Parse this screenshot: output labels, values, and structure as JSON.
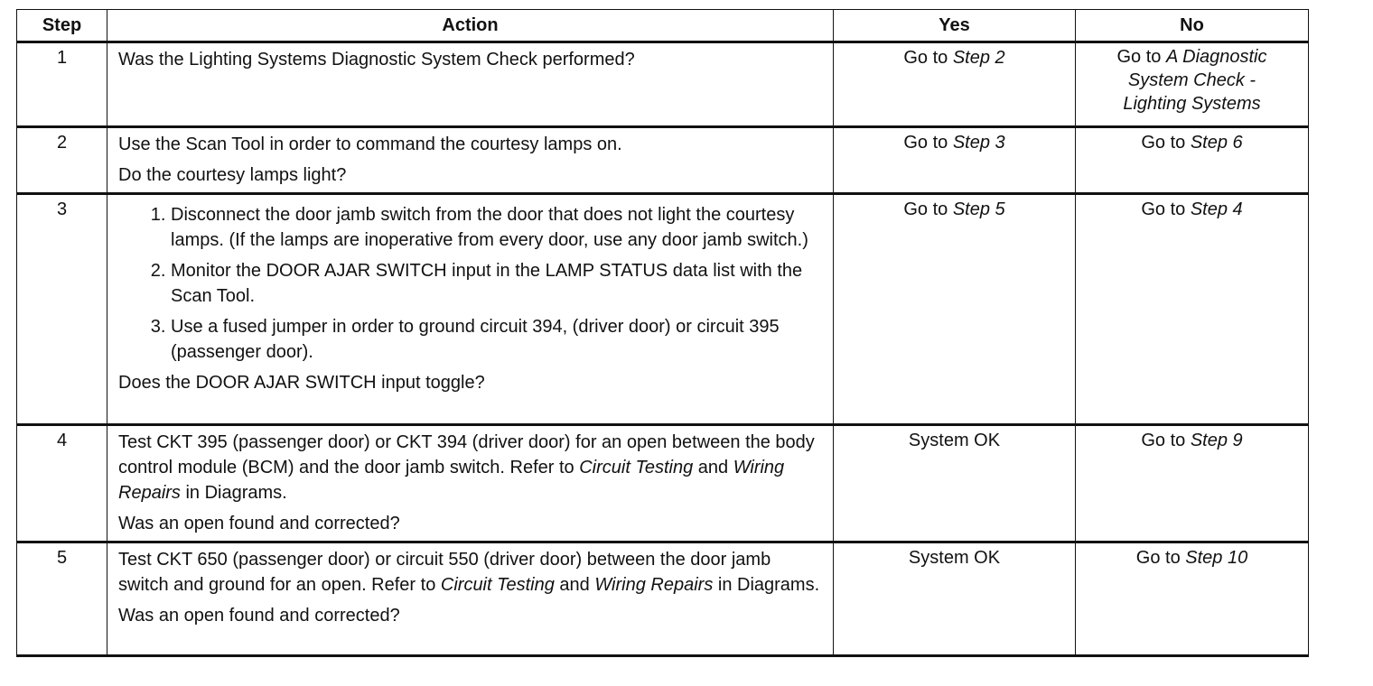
{
  "headers": {
    "step": "Step",
    "action": "Action",
    "yes": "Yes",
    "no": "No"
  },
  "rows": [
    {
      "step": "1",
      "action": {
        "paragraphs": [
          "Was the Lighting Systems Diagnostic System Check performed?"
        ]
      },
      "yes": {
        "prefix": "Go to ",
        "ref": "Step 2"
      },
      "no": {
        "prefix": "Go to ",
        "ref_line1": "A Diagnostic",
        "ref_line2": "System Check -",
        "ref_line3": "Lighting Systems"
      }
    },
    {
      "step": "2",
      "action": {
        "paragraphs": [
          "Use the Scan Tool in order to command the courtesy lamps on."
        ],
        "question": "Do the courtesy lamps light?"
      },
      "yes": {
        "prefix": "Go to ",
        "ref": "Step 3"
      },
      "no": {
        "prefix": "Go to ",
        "ref": "Step 6"
      }
    },
    {
      "step": "3",
      "action": {
        "list": [
          "Disconnect the door jamb switch from the door that does not light the courtesy lamps. (If the lamps are inoperative from every door, use any door jamb switch.)",
          "Monitor the DOOR AJAR SWITCH input in the LAMP STATUS data list with the Scan Tool.",
          "Use a fused jumper in order to ground circuit 394, (driver door) or circuit 395 (passenger door)."
        ],
        "question": "Does the DOOR AJAR SWITCH input toggle?"
      },
      "yes": {
        "prefix": "Go to ",
        "ref": "Step 5"
      },
      "no": {
        "prefix": "Go to ",
        "ref": "Step 4"
      }
    },
    {
      "step": "4",
      "action": {
        "text_a": "Test CKT 395 (passenger door) or CKT 394 (driver door) for an open between the body control module (BCM) and the door jamb switch. Refer to ",
        "italic_1": "Circuit Testing",
        "text_b": " and ",
        "italic_2": "Wiring Repairs",
        "text_c": " in Diagrams.",
        "question": "Was an open found and corrected?"
      },
      "yes": {
        "text": "System OK"
      },
      "no": {
        "prefix": "Go to ",
        "ref": "Step 9"
      }
    },
    {
      "step": "5",
      "action": {
        "text_a": "Test CKT 650 (passenger door) or circuit 550 (driver door) between the door jamb switch and ground for an open. Refer to ",
        "italic_1": "Circuit Testing",
        "text_b": " and ",
        "italic_2": "Wiring Repairs",
        "text_c": " in Diagrams.",
        "question": "Was an open found and corrected?"
      },
      "yes": {
        "text": "System OK"
      },
      "no": {
        "prefix": "Go to ",
        "ref": "Step 10"
      }
    }
  ]
}
